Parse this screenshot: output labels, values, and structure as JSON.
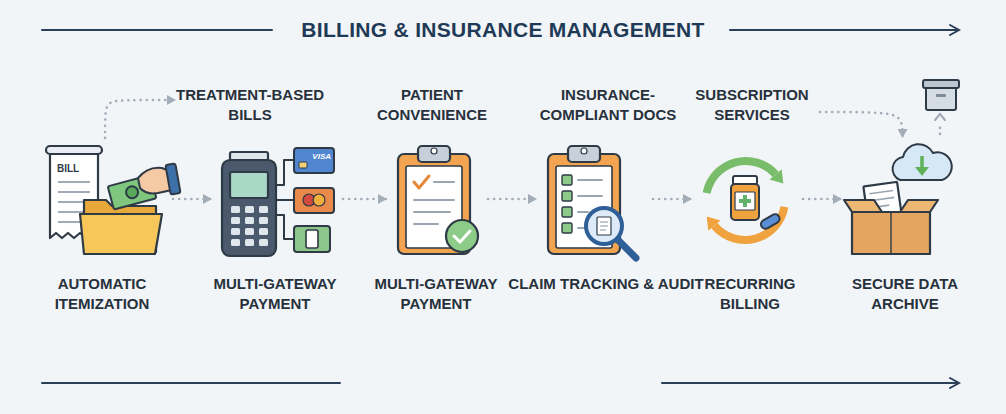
{
  "diagram": {
    "title": "BILLING & INSURANCE MANAGEMENT",
    "nodes": [
      {
        "text": [
          "AUTOMATIC ITEMIZATION"
        ]
      },
      {
        "text": [
          "TREATMENT-BASED BILLS",
          "MULTI-GATEWAY PAYMENT"
        ]
      },
      {
        "text": [
          "PATIENT CONVENIENCE",
          "MULTI-GATEWAY PAYMENT"
        ]
      },
      {
        "text": [
          "INSURANCE-COMPLIANT DOCS",
          "CLAIM TRACKING & AUDIT"
        ]
      },
      {
        "text": [
          "SUBSCRIPTION SERVICES",
          "RECURRING BILLING"
        ]
      },
      {
        "text": [
          "SECURE DATA ARCHIVE"
        ]
      }
    ],
    "edges": [
      {
        "from": 0,
        "to": 1,
        "arrow": "to"
      },
      {
        "from": 0,
        "to": 1,
        "arrow": "to"
      },
      {
        "from": 1,
        "to": 2,
        "arrow": "to"
      },
      {
        "from": 2,
        "to": 3,
        "arrow": "to"
      },
      {
        "from": 3,
        "to": 4,
        "arrow": "to"
      },
      {
        "from": 4,
        "to": 5,
        "arrow": "to"
      },
      {
        "from": 4,
        "to": 5,
        "arrow": "to"
      }
    ],
    "labels": [
      "BILL",
      "VISA"
    ]
  }
}
